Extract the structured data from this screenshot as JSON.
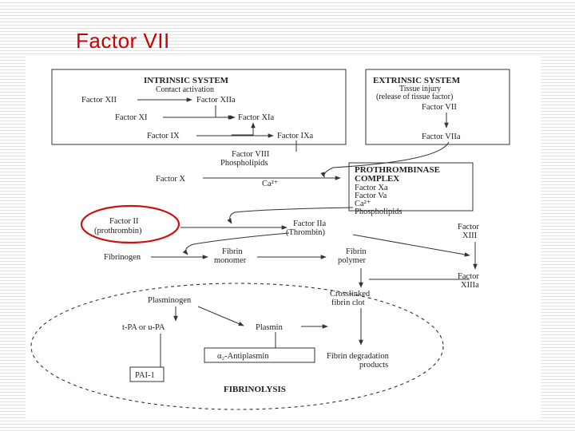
{
  "slide": {
    "title": "Factor VII"
  },
  "diagram": {
    "intrinsic": {
      "title": "INTRINSIC SYSTEM",
      "subtitle": "Contact activation",
      "factor_xii": "Factor XII",
      "factor_xiia": "Factor XIIa",
      "factor_xi": "Factor XI",
      "factor_xia": "Factor XIa",
      "factor_ix": "Factor IX",
      "factor_ixa": "Factor IXa"
    },
    "extrinsic": {
      "title": "EXTRINSIC SYSTEM",
      "subtitle": "Tissue injury",
      "subtitle2": "(release of tissue factor)",
      "factor_vii": "Factor VII",
      "factor_viia": "Factor VIIa"
    },
    "factor_viii": "Factor VIII",
    "phospholipids": "Phospholipids",
    "factor_x": "Factor X",
    "ca2": "Ca²⁺",
    "prothrombinase": {
      "title1": "PROTHROMBINASE",
      "title2": "COMPLEX",
      "items": [
        "Factor Xa",
        "Factor Va",
        "Ca²⁺",
        "Phospholipids"
      ]
    },
    "factor_ii": "Factor II",
    "prothrombin": "(prothrombin)",
    "factor_iia": "Factor IIa",
    "thrombin": "(Thrombin)",
    "factor_xiii_1": "Factor",
    "factor_xiii_2": "XIII",
    "factor_xiiia_1": "Factor",
    "factor_xiiia_2": "XIIIa",
    "fibrinogen": "Fibrinogen",
    "fibrin_monomer_1": "Fibrin",
    "fibrin_monomer_2": "monomer",
    "fibrin_polymer_1": "Fibrin",
    "fibrin_polymer_2": "polymer",
    "crosslinked_1": "Crosslinked",
    "crosslinked_2": "fibrin clot",
    "plasminogen": "Plasminogen",
    "tpa": "t-PA or u-PA",
    "plasmin": "Plasmin",
    "antiplasmin": "α₂-Antiplasmin",
    "fdp_1": "Fibrin degradation",
    "fdp_2": "products",
    "pai": "PAI-1",
    "fibrinolysis": "FIBRINOLYSIS"
  }
}
